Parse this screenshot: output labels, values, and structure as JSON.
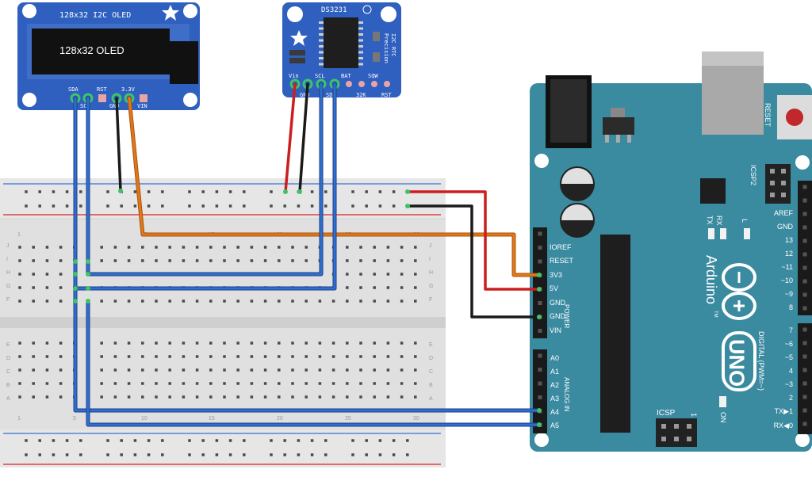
{
  "oled": {
    "title": "128x32 I2C OLED",
    "screen_text": "128x32 OLED",
    "pins": {
      "sda": "SDA",
      "scl": "SCL",
      "rst": "RST",
      "v33": "3.3V",
      "gnd": "GND",
      "vin": "VIN"
    }
  },
  "rtc": {
    "title": "DS3231",
    "side_text_1": "Precision",
    "side_text_2": "I2C RTC",
    "pins": {
      "vin": "Vin",
      "gnd": "GND",
      "scl": "SCL",
      "sda": "SDA",
      "bat": "BAT",
      "sqw": "SQW",
      "k32": "32K",
      "rst": "RST"
    }
  },
  "arduino": {
    "brand": "Arduino",
    "tm": "TM",
    "model": "UNO",
    "reset_label": "RESET",
    "icsp2_label": "ICSP2",
    "icsp_label": "ICSP",
    "icsp_pin1": "1",
    "tx": "TX",
    "rx": "RX",
    "led_l": "L",
    "on_label": "ON",
    "power_header": "POWER",
    "analog_header": "ANALOG IN",
    "digital_header": "DIGITAL (PWM=~)",
    "power_pins": [
      "IOREF",
      "RESET",
      "3V3",
      "5V",
      "GND",
      "GND",
      "VIN"
    ],
    "analog_pins": [
      "A0",
      "A1",
      "A2",
      "A3",
      "A4",
      "A5"
    ],
    "digital_upper": [
      "AREF",
      "GND",
      "13",
      "12",
      "~11",
      "~10",
      "~9",
      "8"
    ],
    "digital_lower": [
      "7",
      "~6",
      "~5",
      "4",
      "~3",
      "2",
      "TX▶1",
      "RX◀0"
    ]
  },
  "breadboard": {
    "row_letters_top": [
      "J",
      "I",
      "H",
      "G",
      "F"
    ],
    "row_letters_bottom": [
      "E",
      "D",
      "C",
      "B",
      "A"
    ],
    "column_numbers": [
      "1",
      "5",
      "10",
      "15",
      "20",
      "25",
      "30"
    ]
  },
  "colors": {
    "board_blue": "#2f5fbf",
    "arduino_teal": "#3a8aa0",
    "wire_blue": "#2f6fd0",
    "wire_red": "#cc1e1e",
    "wire_black": "#1a1a1a",
    "wire_orange": "#e07818"
  }
}
